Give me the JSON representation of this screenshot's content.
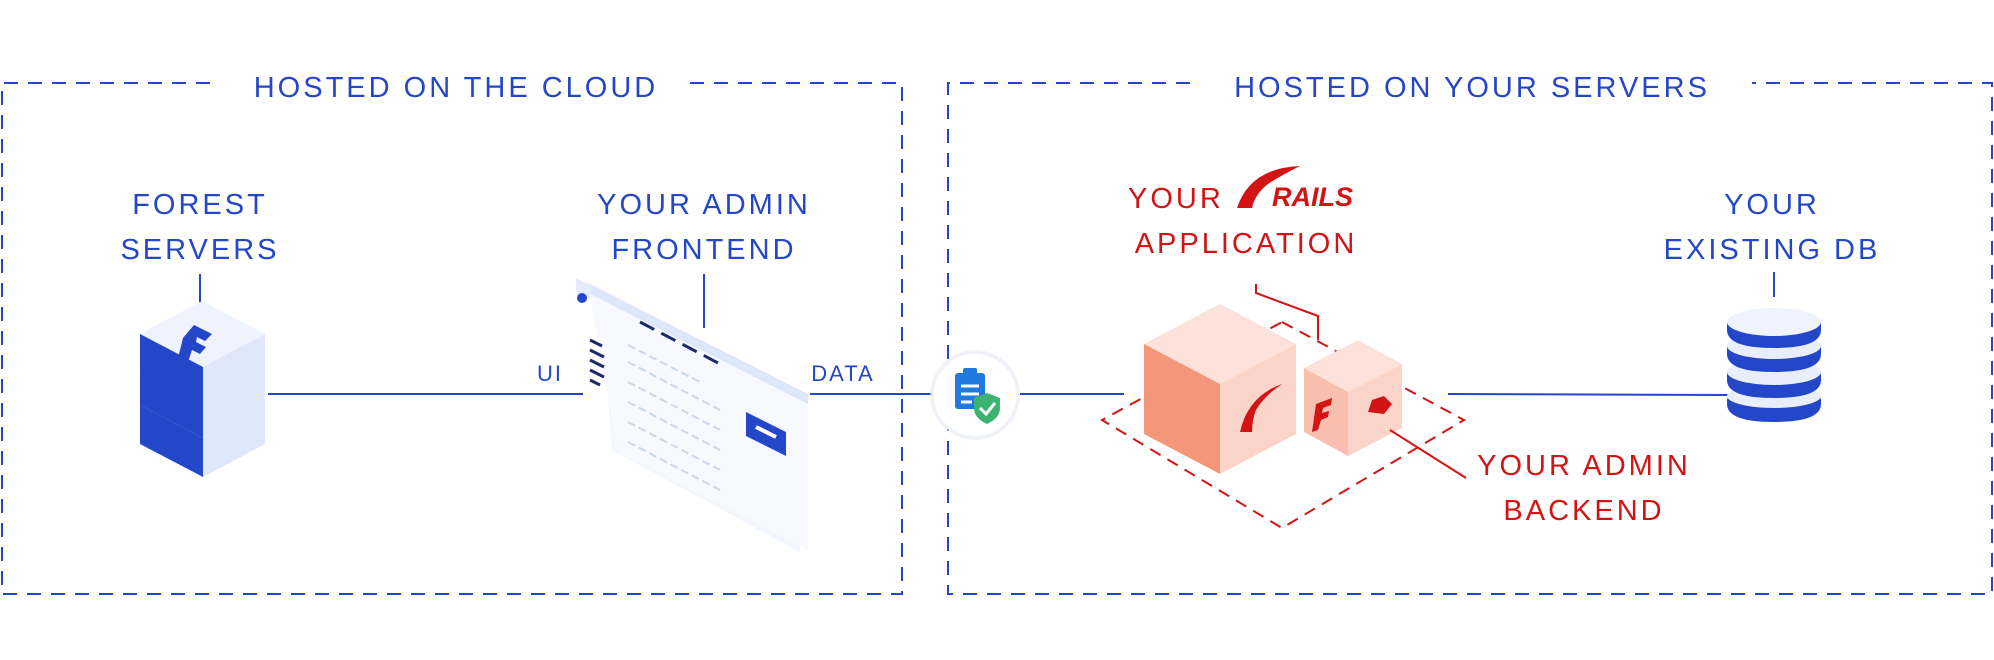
{
  "sections": {
    "cloud": {
      "title": "HOSTED ON THE CLOUD"
    },
    "servers": {
      "title": "HOSTED ON YOUR SERVERS"
    }
  },
  "nodes": {
    "forest_servers": {
      "line1": "FOREST",
      "line2": "SERVERS"
    },
    "admin_frontend": {
      "line1": "YOUR ADMIN",
      "line2": "FRONTEND"
    },
    "rails_app": {
      "line1_prefix": "YOUR",
      "logo_text": "RAILS",
      "line2": "APPLICATION"
    },
    "existing_db": {
      "line1": "YOUR",
      "line2": "EXISTING DB"
    },
    "admin_backend": {
      "line1": "YOUR ADMIN",
      "line2": "BACKEND"
    }
  },
  "connections": {
    "ui_label": "UI",
    "data_label": "DATA"
  },
  "colors": {
    "brand_blue": "#2447c9",
    "accent_red": "#d21414",
    "box_light": "#f9d6cd",
    "box_dark": "#f4967a",
    "check_green": "#3cb371"
  },
  "icons": [
    "forest-logo-icon",
    "clipboard-shield-icon",
    "rails-logo-icon",
    "database-icon"
  ]
}
